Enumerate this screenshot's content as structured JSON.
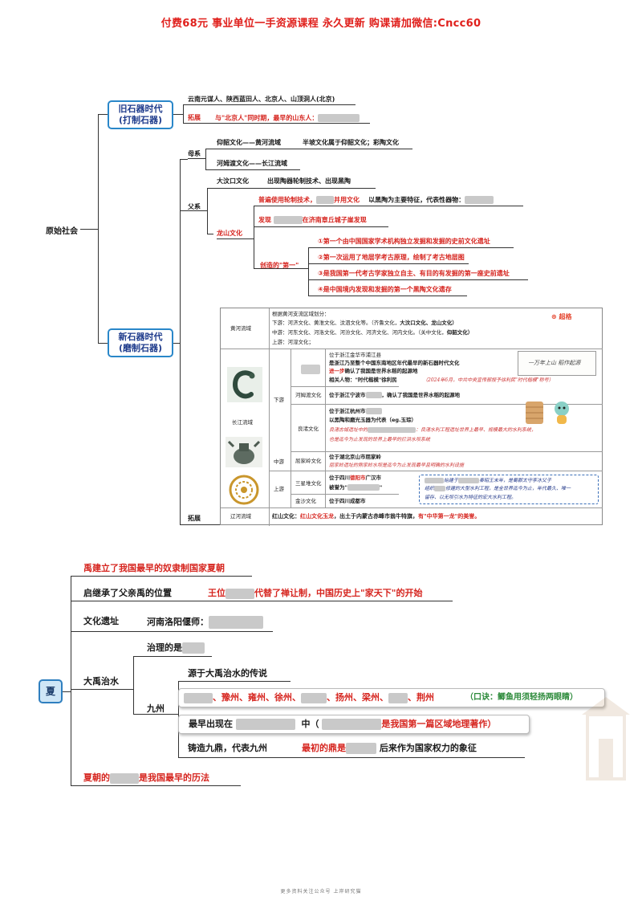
{
  "banner": "付费68元 事业单位一手资源课程 永久更新 购课请加微信:Cncc60",
  "part1": {
    "root": "原始社会",
    "paleolithic_line1": "旧石器时代",
    "paleolithic_line2": "(打制石器)",
    "paleo_people": "云南元谋人、陕西蓝田人、北京人、山顶洞人(北京)",
    "paleo_ext_label": "拓展",
    "paleo_ext_text": "与\"北京人\"同时期，最早的山东人：",
    "neolithic_line1": "新石器时代",
    "neolithic_line2": "(磨制石器)",
    "matrilineal": "母系",
    "yangshao": "仰韶文化——黄河流域",
    "banpo": "半坡文化属于仰韶文化；彩陶文化",
    "hemudu": "河姆渡文化——长江流域",
    "patrilineal": "父系",
    "dawenkou": "大汶口文化",
    "dawenkou_desc": "出现陶器轮制技术、出现黑陶",
    "longshan": "龙山文化",
    "ls1a": "普遍使用轮制技术，",
    "ls1b": "并用文化",
    "ls1c": "以黑陶为主要特征，代表性器物：",
    "ls2a": "发现",
    "ls2b": "在济南章丘城子崖发现",
    "firsts_label": "创造的\"第一\"",
    "first1": "①第一个由中国国家学术机构独立发掘和发掘的史前文化遗址",
    "first2": "②第一次运用了地层学考古原理，绘制了考古地层图",
    "first3": "③是我国第一代考古学家独立自主、有目的有发掘的第一座史前遗址",
    "first4": "④是中国境内发现和发掘的第一个黑陶文化遗存",
    "extension": "拓展"
  },
  "table": {
    "brand": "超格",
    "huanghe_label": "黄河流域",
    "huanghe_1": "根据黄河支流区域划分：",
    "huanghe_2": "下游：河济文化、黄淮文化、汶泗文化等。（齐鲁文化，",
    "huanghe_2b": "大汶口文化、龙山文化）",
    "huanghe_3": "中游：河东文化、河洛文化、河汾文化、河济文化、河内文化。（关中文化，",
    "huanghe_3b": "仰韶文化）",
    "huanghe_4": "上游：河湟文化；",
    "changjiang_label": "长江流域",
    "xiayou": "下游",
    "zhongyou": "中游",
    "shangyou": "上游",
    "kh_1": "位于浙江金华市浦江县",
    "kh_2": "是浙江乃至整个中国东南地区年代最早的新石器时代文化",
    "kh_3a": "进一步",
    "kh_3b": "确认了我国是世界水稻的起源地",
    "kh_4a": "相关人物：\"时代楷模\"徐利民",
    "kh_4b": "（2024年6月，中共中央宣传部授予徐利民\"时代楷模\"称号）",
    "hemudu_cell": "河姆渡文化",
    "hemudu_desc_a": "位于浙江宁波市",
    "hemudu_desc_b": "，确认了我国是世界水稻的起源地",
    "liangzhu_cell": "良渚文化",
    "lz_1": "位于浙江杭州市",
    "lz_2": "以黑陶和磨光玉器为代表（eg.玉琮）",
    "lz_3a": "良渚古城遗址中的",
    "lz_3b": "：良渚水利工程遗址世界上最早、规模最大的水利系统，",
    "lz_4": "也是迄今为止发现的世界上最早的拦洪水坝系统",
    "qujialing_cell": "屈家岭文化",
    "qjl_1": "位于湖北京山市屈家岭",
    "qjl_2": "屈家岭遗址的熊家岭水坝是迄今为止发现最早且明确的水利设施",
    "sanxingdui_cell": "三星堆文化",
    "sxd_1a": "位于四川",
    "sxd_1b": "德阳市",
    "sxd_1c": "广汉市",
    "sxd_2": "被誉为",
    "jinsha_cell": "金沙文化",
    "js_1": "位于四川成都市",
    "dj_1a": "始建于",
    "dj_1b": "秦昭王末年，是蜀郡太守李冰父子",
    "dj_2a": "组织",
    "dj_2b": "修建的大型水利工程，是全世界迄今为止，年代最久、唯一",
    "dj_3": "留存、以无坝引水为特征的宏大水利工程。",
    "liaohe_label": "辽河流域",
    "hongshan": "红山文化：",
    "hongshan_b": "红山文化玉龙",
    "hongshan_c": "，出土于内蒙古赤峰市翁牛特旗，",
    "hongshan_d": "有\"中华第一龙\"的美誉。"
  },
  "part2": {
    "root": "夏",
    "yu_title": "禹建立了我国最早的奴隶制国家夏朝",
    "qi_label": "启继承了父亲禹的位置",
    "qi_detail_a": "王位",
    "qi_detail_b": "代替了禅让制，中国历史上\"家天下\"的开始",
    "site_label": "文化遗址",
    "site_value": "河南洛阳偃师：",
    "flood_label": "大禹治水",
    "govern": "治理的是",
    "origin": "源于大禹治水的传说",
    "nine_label": "九州",
    "provinces": [
      "豫州、",
      "雍州、",
      "徐州、",
      "扬州、",
      "梁州、",
      "荆州"
    ],
    "mnemonic": "（口诀：鲫鱼用须轻扬两眼睛）",
    "earliest_a": "最早出现在",
    "earliest_b": "中（",
    "earliest_c": "是我国第一篇区域地理著作）",
    "ding_a": "铸造九鼎，代表九州",
    "ding_b": "最初的鼎是",
    "ding_c": "后来作为国家权力的象征",
    "calendar_a": "夏朝的",
    "calendar_b": "是我国最早的历法"
  },
  "footer": "更多资料关注公众号 上岸研究猫"
}
